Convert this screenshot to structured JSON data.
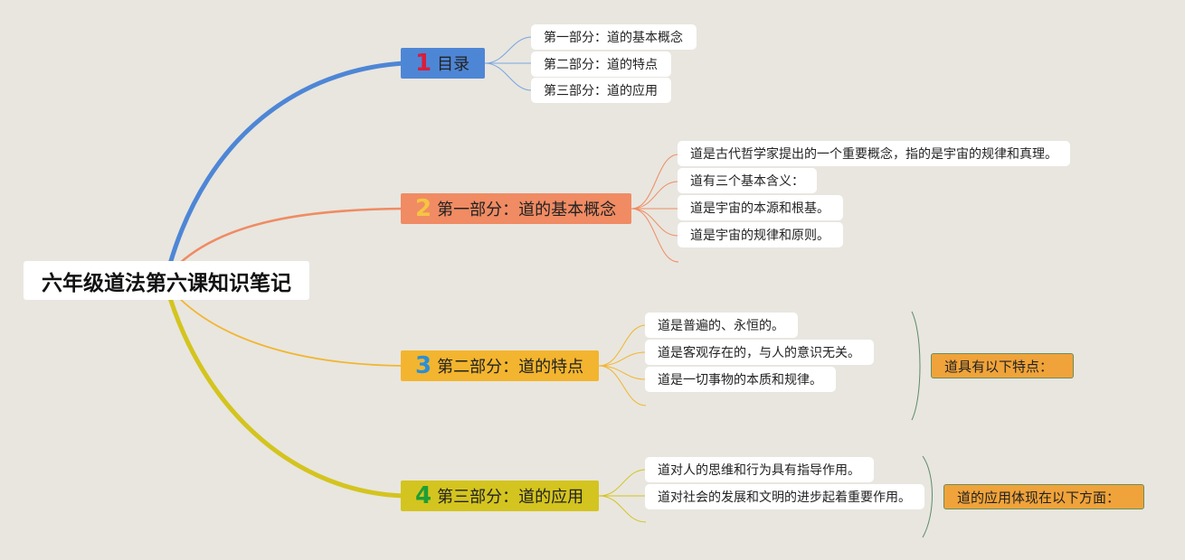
{
  "root": {
    "title": "六年级道法第六课知识笔记"
  },
  "branches": [
    {
      "num": "1",
      "label": "目录",
      "color": "#4e86d6",
      "num_color": "#d81e3c",
      "children": [
        "第一部分：道的基本概念",
        "第二部分：道的特点",
        "第三部分：道的应用"
      ]
    },
    {
      "num": "2",
      "label": "第一部分：道的基本概念",
      "color": "#f08b63",
      "num_color": "#f5c542",
      "children": [
        "道是古代哲学家提出的一个重要概念，指的是宇宙的规律和真理。",
        "道有三个基本含义：",
        "道是宇宙的本源和根基。",
        "道是宇宙的规律和原则。"
      ]
    },
    {
      "num": "3",
      "label": "第二部分：道的特点",
      "color": "#f3b52f",
      "num_color": "#2b8fd6",
      "children": [
        "道是普遍的、永恒的。",
        "道是客观存在的，与人的意识无关。",
        "道是一切事物的本质和规律。"
      ],
      "summary": "道具有以下特点："
    },
    {
      "num": "4",
      "label": "第三部分：道的应用",
      "color": "#d4c41f",
      "num_color": "#1e9e36",
      "children": [
        "道对人的思维和行为具有指导作用。",
        "道对社会的发展和文明的进步起着重要作用。"
      ],
      "summary": "道的应用体现在以下方面："
    }
  ]
}
